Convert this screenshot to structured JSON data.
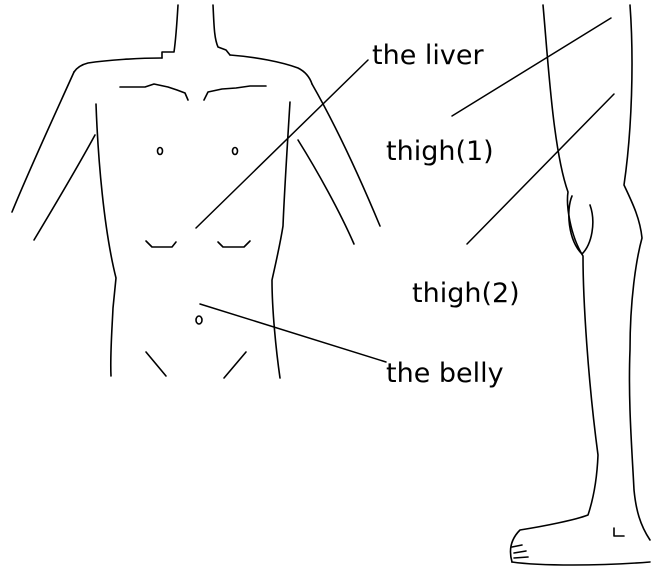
{
  "labels": {
    "liver": "the liver",
    "thigh1": "thigh(1)",
    "thigh2": "thigh(2)",
    "belly": "the belly"
  },
  "colors": {
    "background": "#ffffff",
    "ink": "#000000"
  }
}
